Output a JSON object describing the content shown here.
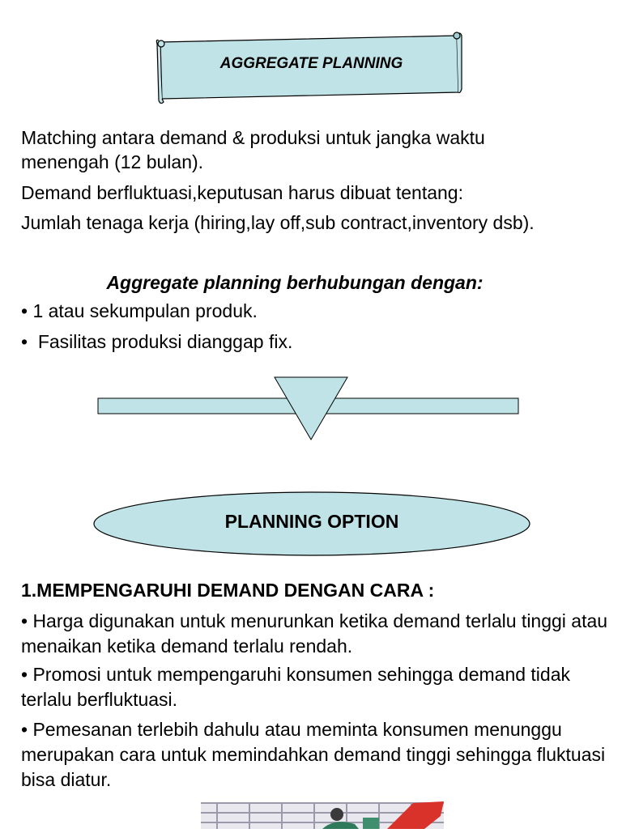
{
  "title_banner": {
    "label": "AGGREGATE PLANNING"
  },
  "intro": {
    "line1": "Matching antara demand & produksi untuk jangka waktu",
    "line2": "menengah (12 bulan).",
    "line3": "Demand berfluktuasi,keputusan harus dibuat tentang:",
    "line4": "Jumlah tenaga kerja (hiring,lay off,sub contract,inventory dsb)."
  },
  "relation": {
    "heading": "Aggregate planning berhubungan dengan:",
    "bullets": [
      "• 1 atau sekumpulan produk.",
      "•  Fasilitas produksi dianggap fix."
    ]
  },
  "planning_option": {
    "label": "PLANNING OPTION"
  },
  "demand_section": {
    "heading": "1.MEMPENGARUHI DEMAND DENGAN CARA :",
    "bullets": [
      "• Harga digunakan untuk menurunkan ketika demand terlalu tinggi atau menaikan ketika demand terlalu rendah.",
      "• Promosi untuk mempengaruhi konsumen sehingga demand tidak terlalu berfluktuasi.",
      "• Pemesanan terlebih dahulu atau meminta konsumen menunggu merupakan cara untuk memindahkan demand tinggi sehingga fluktuasi bisa diatur."
    ]
  },
  "colors": {
    "shape_fill": "#bfe3e6",
    "shape_stroke": "#000000",
    "text": "#000000",
    "background": "#ffffff"
  }
}
